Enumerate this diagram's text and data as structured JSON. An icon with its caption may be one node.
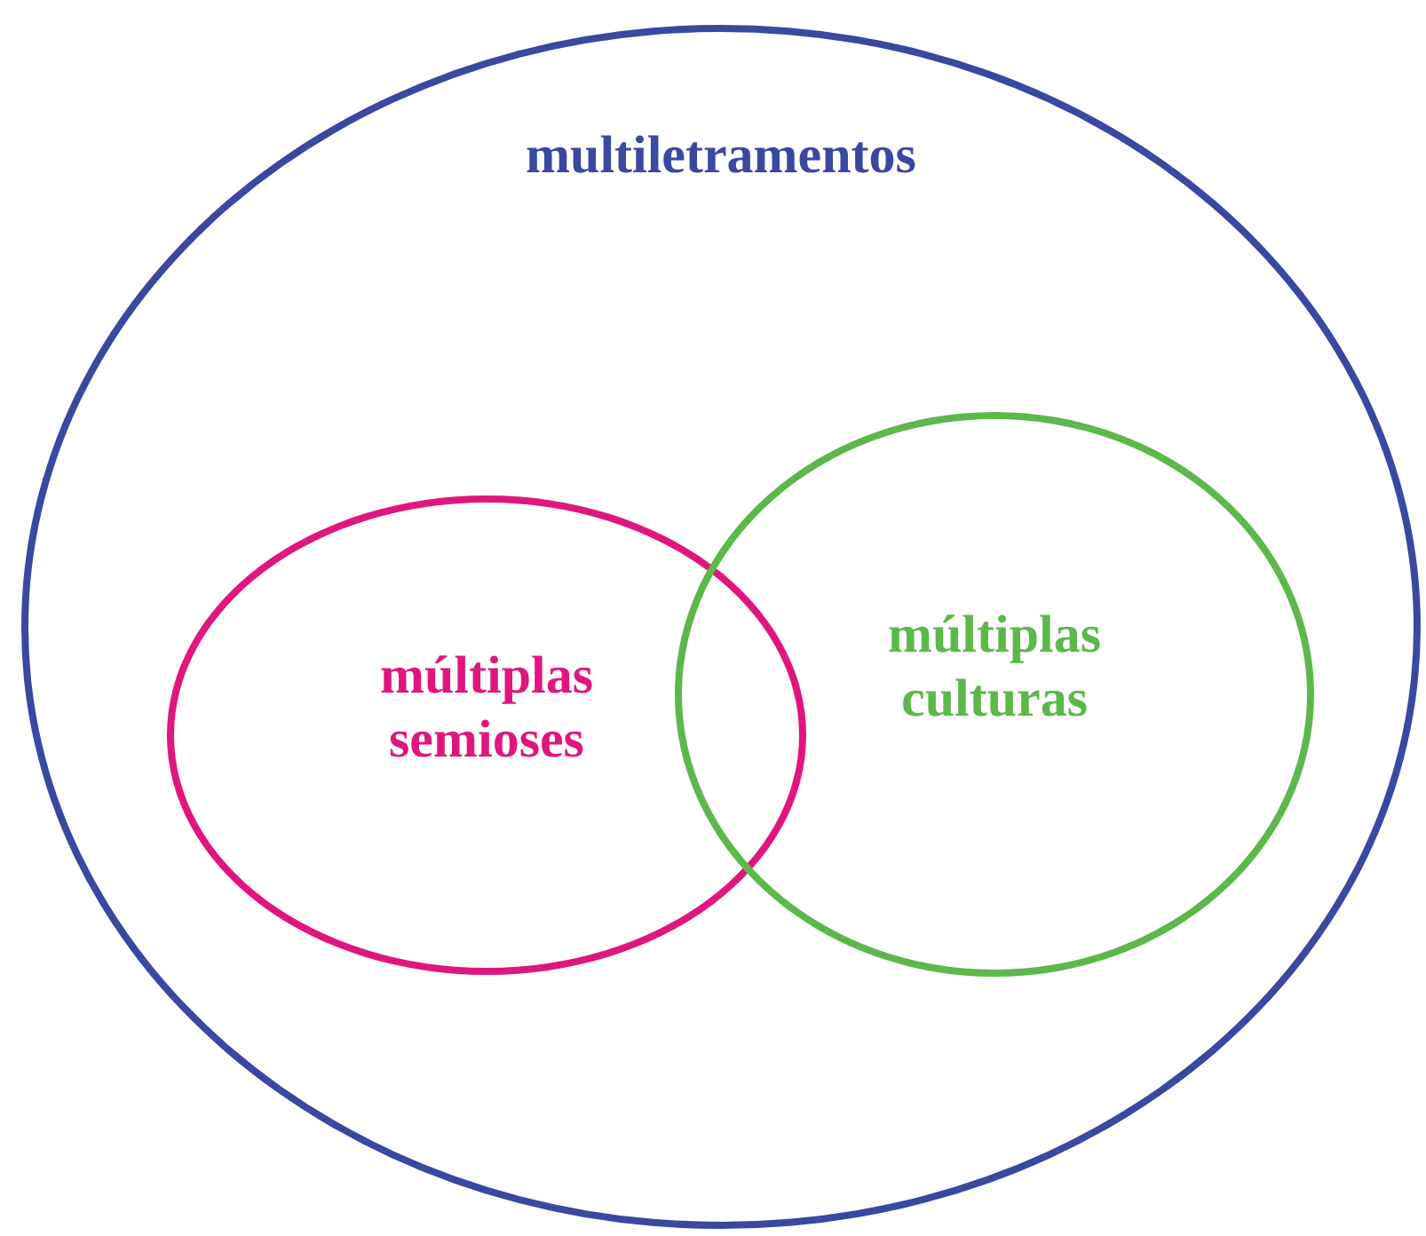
{
  "diagram": {
    "nodes": [
      {
        "text": [
          "multiletramentos"
        ]
      },
      {
        "text": [
          "múltiplas semioses"
        ],
        "in": 0
      },
      {
        "text": [
          "múltiplas culturas"
        ],
        "in": 0
      }
    ]
  }
}
